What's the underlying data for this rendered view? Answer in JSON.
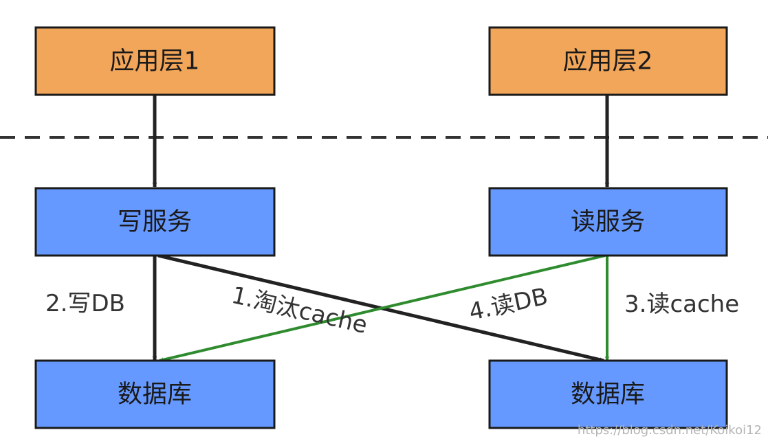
{
  "colors": {
    "app_layer": "#F2A65A",
    "service": "#6699FF",
    "database": "#6699FF",
    "border": "#1a1a1a",
    "black_arrow": "#222222",
    "green_arrow": "#2E8B2E"
  },
  "nodes": {
    "app1": "应用层1",
    "app2": "应用层2",
    "write_service": "写服务",
    "read_service": "读服务",
    "db_left": "数据库",
    "db_right": "数据库"
  },
  "edges": {
    "write_db": "2.写DB",
    "evict_cache": "1.淘汰cache",
    "read_db": "4.读DB",
    "read_cache": "3.读cache"
  },
  "watermark": "https://blog.csdn.net/Koikoi12"
}
